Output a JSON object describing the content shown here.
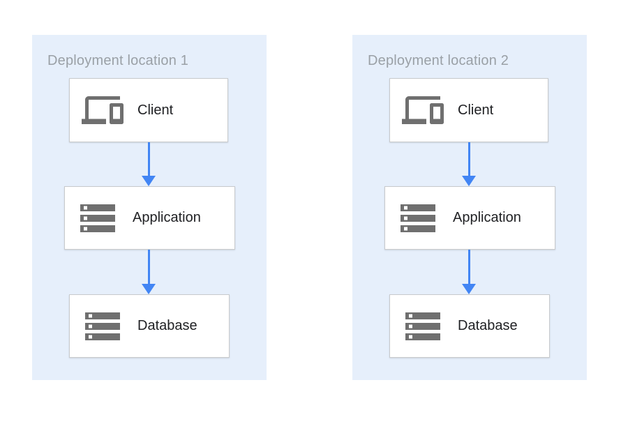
{
  "diagram": {
    "panels": [
      {
        "title": "Deployment location 1",
        "nodes": [
          {
            "label": "Client",
            "icon": "devices-icon"
          },
          {
            "label": "Application",
            "icon": "server-stack-icon"
          },
          {
            "label": "Database",
            "icon": "server-stack-icon"
          }
        ],
        "edges": [
          {
            "from": "Client",
            "to": "Application"
          },
          {
            "from": "Application",
            "to": "Database"
          }
        ]
      },
      {
        "title": "Deployment location 2",
        "nodes": [
          {
            "label": "Client",
            "icon": "devices-icon"
          },
          {
            "label": "Application",
            "icon": "server-stack-icon"
          },
          {
            "label": "Database",
            "icon": "server-stack-icon"
          }
        ],
        "edges": [
          {
            "from": "Client",
            "to": "Application"
          },
          {
            "from": "Application",
            "to": "Database"
          }
        ]
      }
    ],
    "colors": {
      "page_bg": "#ffffff",
      "panel_bg": "#e6effb",
      "node_bg": "#ffffff",
      "node_border": "#c8cacc",
      "arrow": "#4285f4",
      "icon": "#6f6f6f",
      "title_text": "#9aa0a6",
      "label_text": "#202124"
    }
  }
}
